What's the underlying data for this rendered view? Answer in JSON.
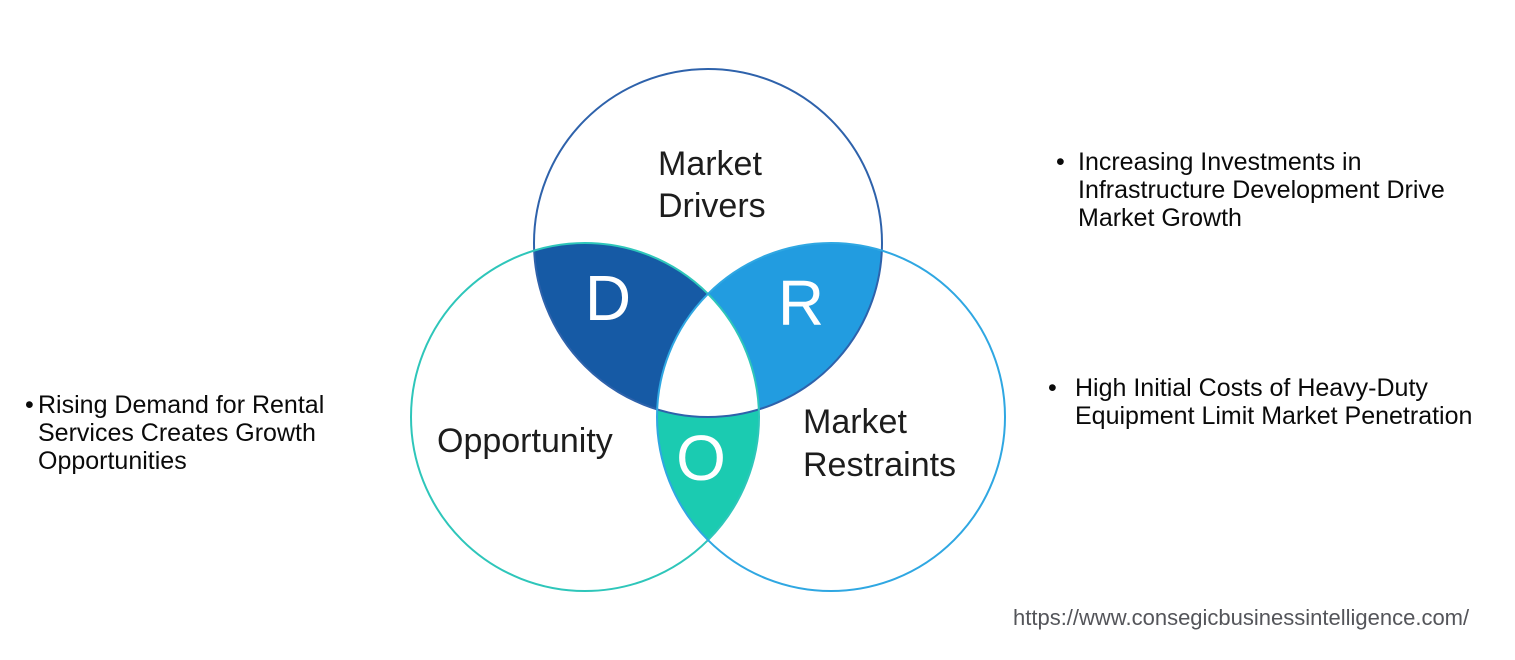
{
  "diagram": {
    "drivers_circle": {
      "label_lines": [
        "Market",
        "Drivers"
      ],
      "stroke": "#2e62ab"
    },
    "opportunity_circle": {
      "label": "Opportunity",
      "stroke": "#2ec6ba"
    },
    "restraints_circle": {
      "label_lines": [
        "Market",
        "Restraints"
      ],
      "stroke": "#2fa7e2"
    },
    "overlap_d": {
      "letter": "D",
      "fill": "#165aa5"
    },
    "overlap_r": {
      "letter": "R",
      "fill": "#229ce0"
    },
    "overlap_o": {
      "letter": "O",
      "fill": "#1bcbb1"
    },
    "center_fill": "#ffffff"
  },
  "notes": {
    "left": {
      "marker": "•",
      "lines": [
        "Rising Demand for Rental",
        "Services Creates Growth",
        "Opportunities"
      ]
    },
    "top_right": {
      "marker": "•",
      "lines": [
        "Increasing Investments in",
        "Infrastructure Development Drive",
        "Market Growth"
      ]
    },
    "bottom_right": {
      "marker": "•",
      "lines": [
        "High Initial Costs of Heavy-Duty",
        "Equipment Limit Market Penetration"
      ]
    }
  },
  "footer": {
    "url": "https://www.consegicbusinessintelligence.com/"
  }
}
